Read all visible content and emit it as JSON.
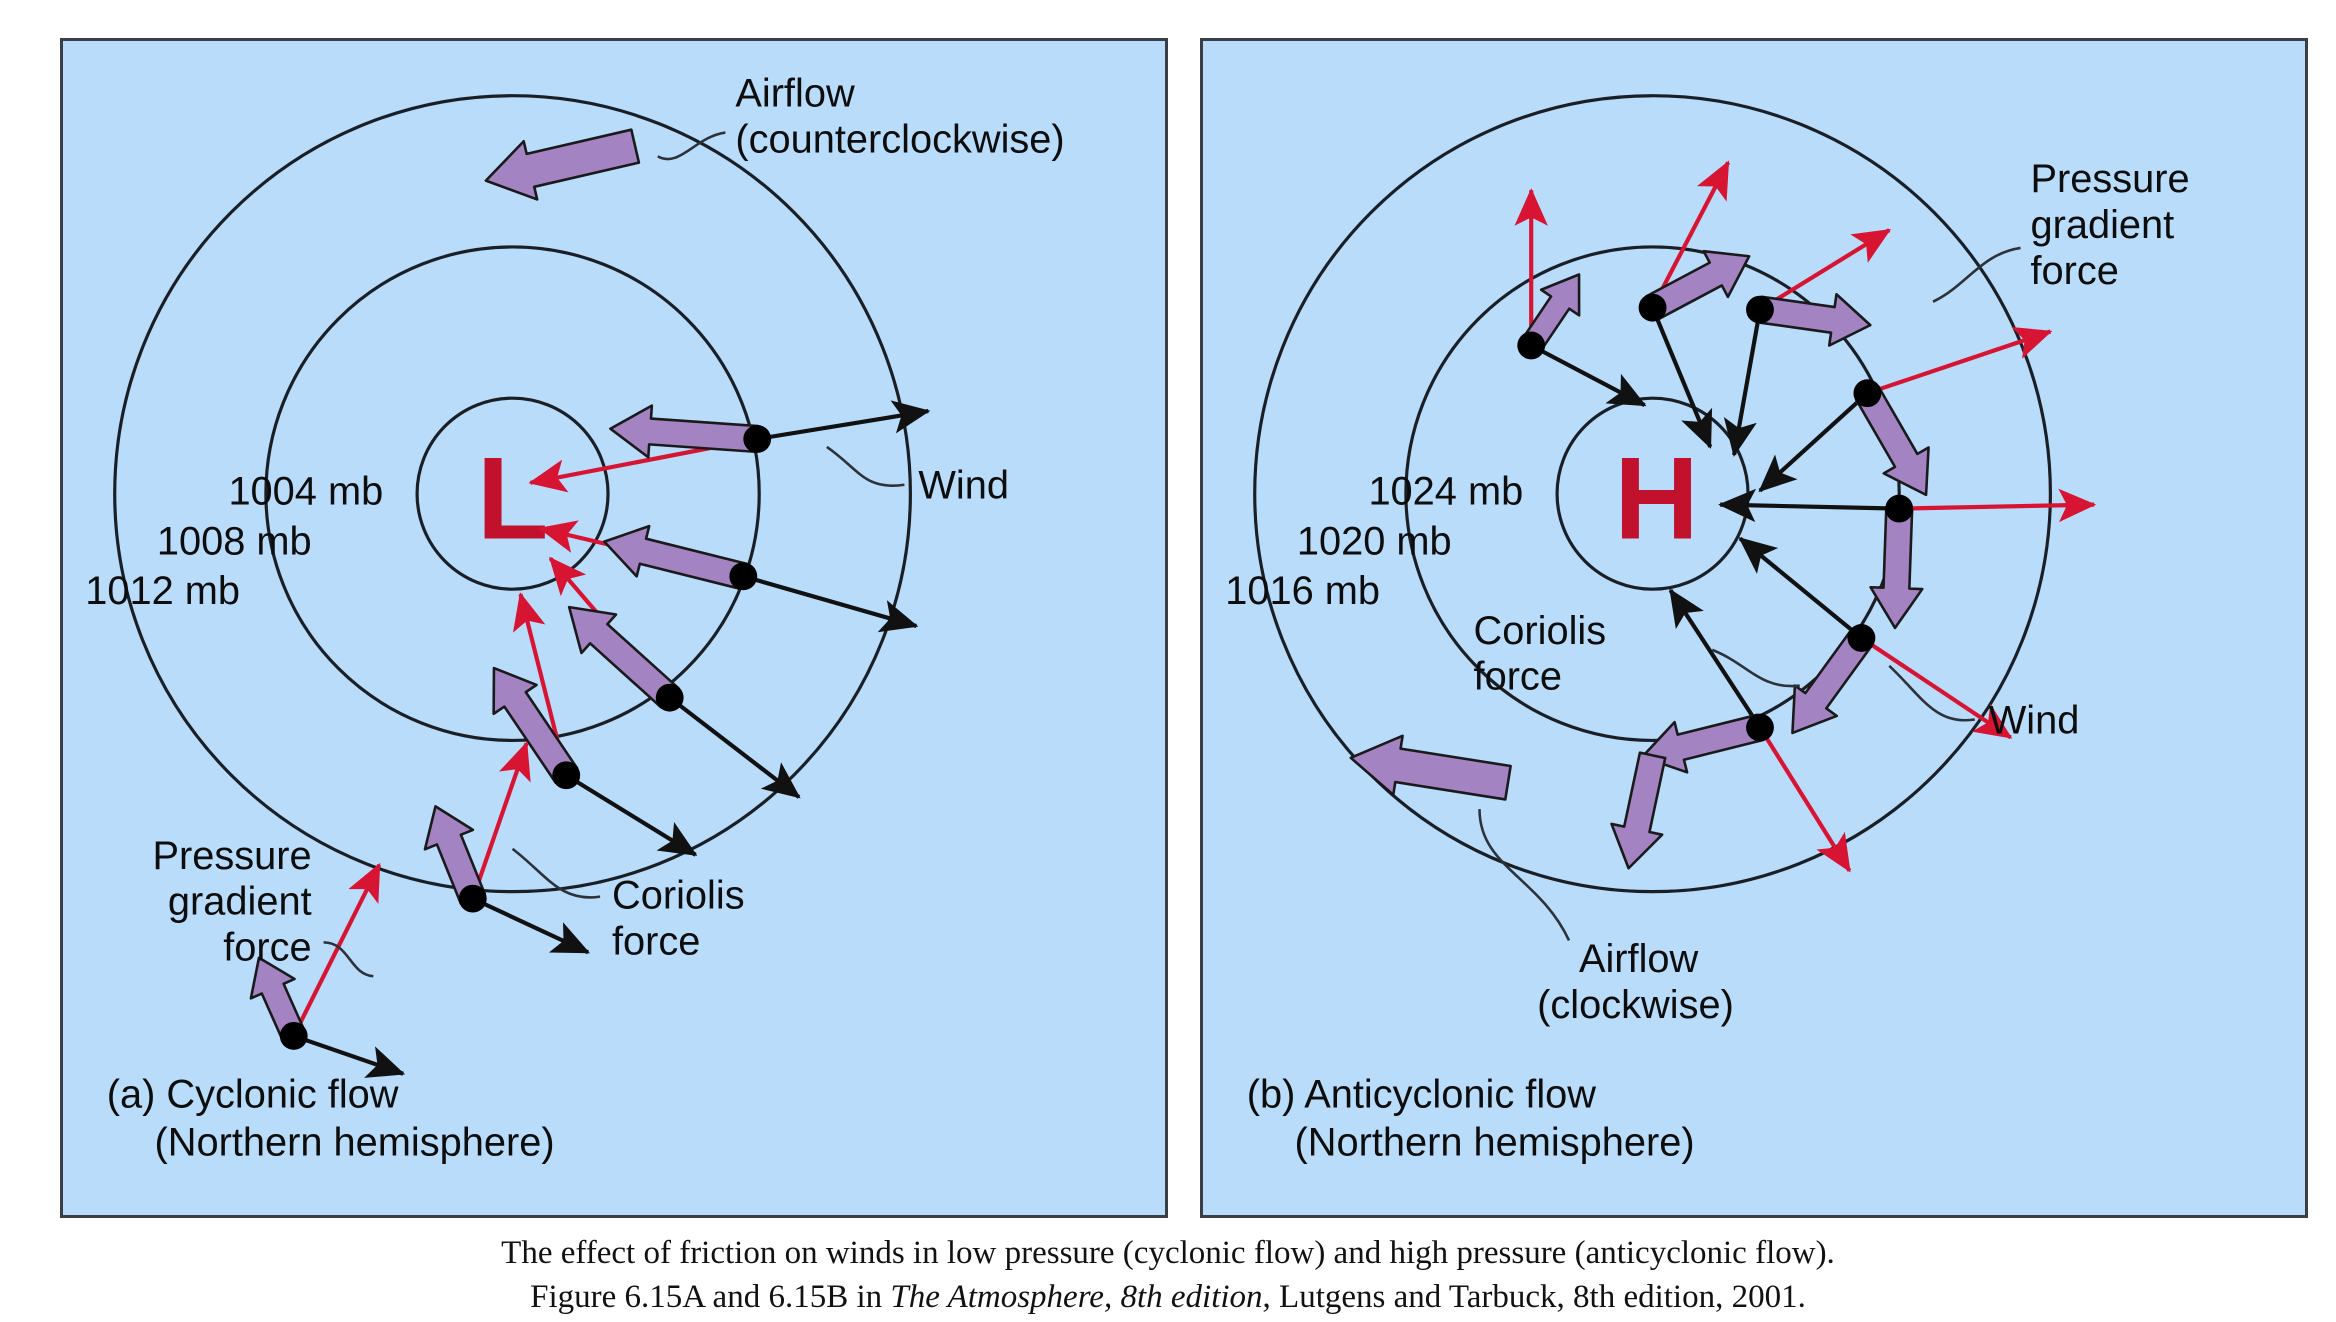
{
  "figure": {
    "caption_line1": "The effect of friction on winds in low pressure (cyclonic flow) and high pressure (anticyclonic flow).",
    "caption_line2_pre": "Figure 6.15A and 6.15B in ",
    "caption_line2_italic": "The Atmosphere, 8th edition",
    "caption_line2_post": ", Lutgens and Tarbuck, 8th edition, 2001."
  },
  "colors": {
    "panel_background": "#b9dcfa",
    "panel_border": "#3a3f46",
    "isobar": "#1a1f26",
    "pressure_gradient_force": "#d81433",
    "coriolis_force": "#111111",
    "wind_arrow_fill": "#a483c2",
    "wind_arrow_stroke": "#1a1a1a",
    "center_letter": "#c2112c"
  },
  "panel_a": {
    "id": "cyclonic",
    "center_symbol": "L",
    "caption_line1": "(a) Cyclonic flow",
    "caption_line2": "(Northern hemisphere)",
    "isobars": [
      {
        "label": "1004 mb",
        "value": 1004,
        "radius": 96
      },
      {
        "label": "1008 mb",
        "value": 1008,
        "radius": 248
      },
      {
        "label": "1012 mb",
        "value": 1012,
        "radius": 400
      }
    ],
    "labels": {
      "airflow_line1": "Airflow",
      "airflow_line2": "(counterclockwise)",
      "wind": "Wind",
      "coriolis_line1": "Coriolis",
      "coriolis_line2": "force",
      "pgf_line1": "Pressure",
      "pgf_line2": "gradient",
      "pgf_line3": "force"
    },
    "airflow_direction": "counterclockwise",
    "force_description": {
      "pressure_gradient": "points inward toward the Low",
      "coriolis": "points outward to the right of the wind",
      "wind": "spirals counterclockwise and inward"
    }
  },
  "panel_b": {
    "id": "anticyclonic",
    "center_symbol": "H",
    "caption_line1": "(b) Anticyclonic flow",
    "caption_line2": "(Northern hemisphere)",
    "isobars": [
      {
        "label": "1024 mb",
        "value": 1024,
        "radius": 96
      },
      {
        "label": "1020 mb",
        "value": 1020,
        "radius": 248
      },
      {
        "label": "1016 mb",
        "value": 1016,
        "radius": 400
      }
    ],
    "labels": {
      "airflow_line1": "Airflow",
      "airflow_line2": "(clockwise)",
      "wind": "Wind",
      "coriolis_line1": "Coriolis",
      "coriolis_line2": "force",
      "pgf_line1": "Pressure",
      "pgf_line2": "gradient",
      "pgf_line3": "force"
    },
    "airflow_direction": "clockwise",
    "force_description": {
      "pressure_gradient": "points outward away from the High",
      "coriolis": "points inward toward the High",
      "wind": "spirals clockwise and outward"
    }
  }
}
